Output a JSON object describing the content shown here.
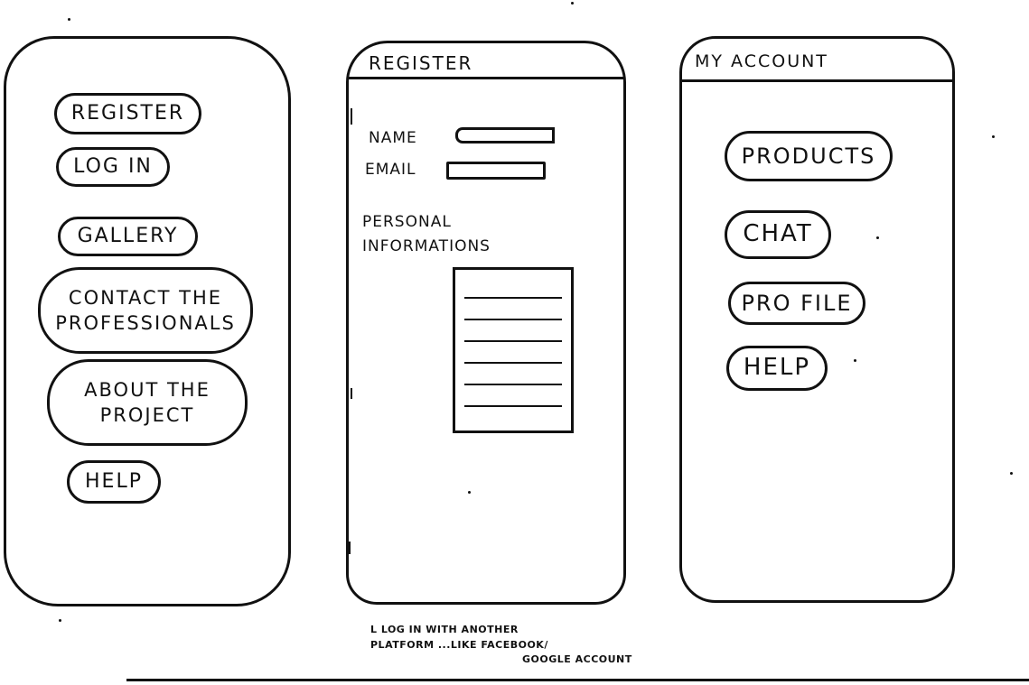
{
  "home": {
    "buttons": {
      "register": "REGISTER",
      "login": "LOG IN",
      "gallery": "GALLERY",
      "contact_line1": "CONTACT THE",
      "contact_line2": "PROFESSIONALS",
      "about_line1": "ABOUT THE",
      "about_line2": "PROJECT",
      "help": "HELP"
    }
  },
  "register": {
    "title": "REGISTER",
    "name_label": "NAME",
    "email_label": "EMAIL",
    "personal_line1": "PERSONAL",
    "personal_line2": "INFORMATIONS",
    "footnote_line1": "L LOG IN WITH ANOTHER",
    "footnote_line2": "PLATFORM ...LIKE FACEBOOK/",
    "footnote_line3": "GOOGLE ACCOUNT"
  },
  "account": {
    "title": "MY ACCOUNT",
    "buttons": {
      "products": "PRODUCTS",
      "chat": "CHAT",
      "profile": "PRO FILE",
      "help": "HELP"
    }
  }
}
